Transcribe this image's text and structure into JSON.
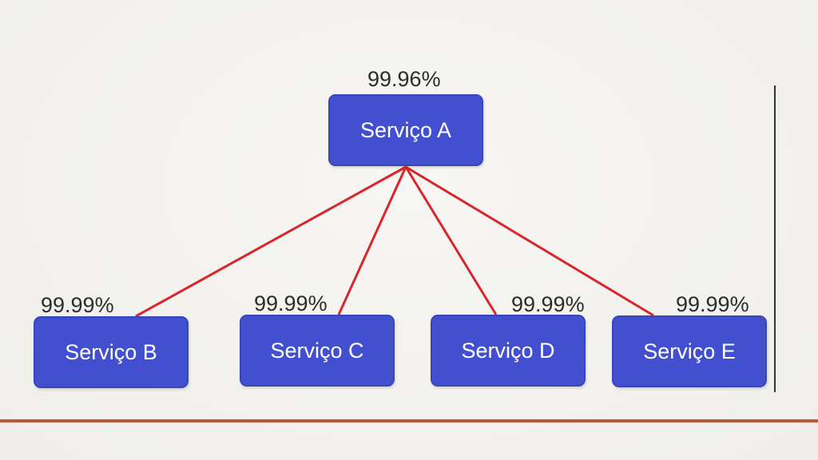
{
  "diagram": {
    "root": {
      "label": "Serviço A",
      "availability": "99.96%"
    },
    "children": [
      {
        "label": "Serviço B",
        "availability": "99.99%"
      },
      {
        "label": "Serviço C",
        "availability": "99.99%"
      },
      {
        "label": "Serviço D",
        "availability": "99.99%"
      },
      {
        "label": "Serviço E",
        "availability": "99.99%"
      }
    ],
    "edge_color": "#d8262b",
    "node_color": "#4250cf"
  }
}
